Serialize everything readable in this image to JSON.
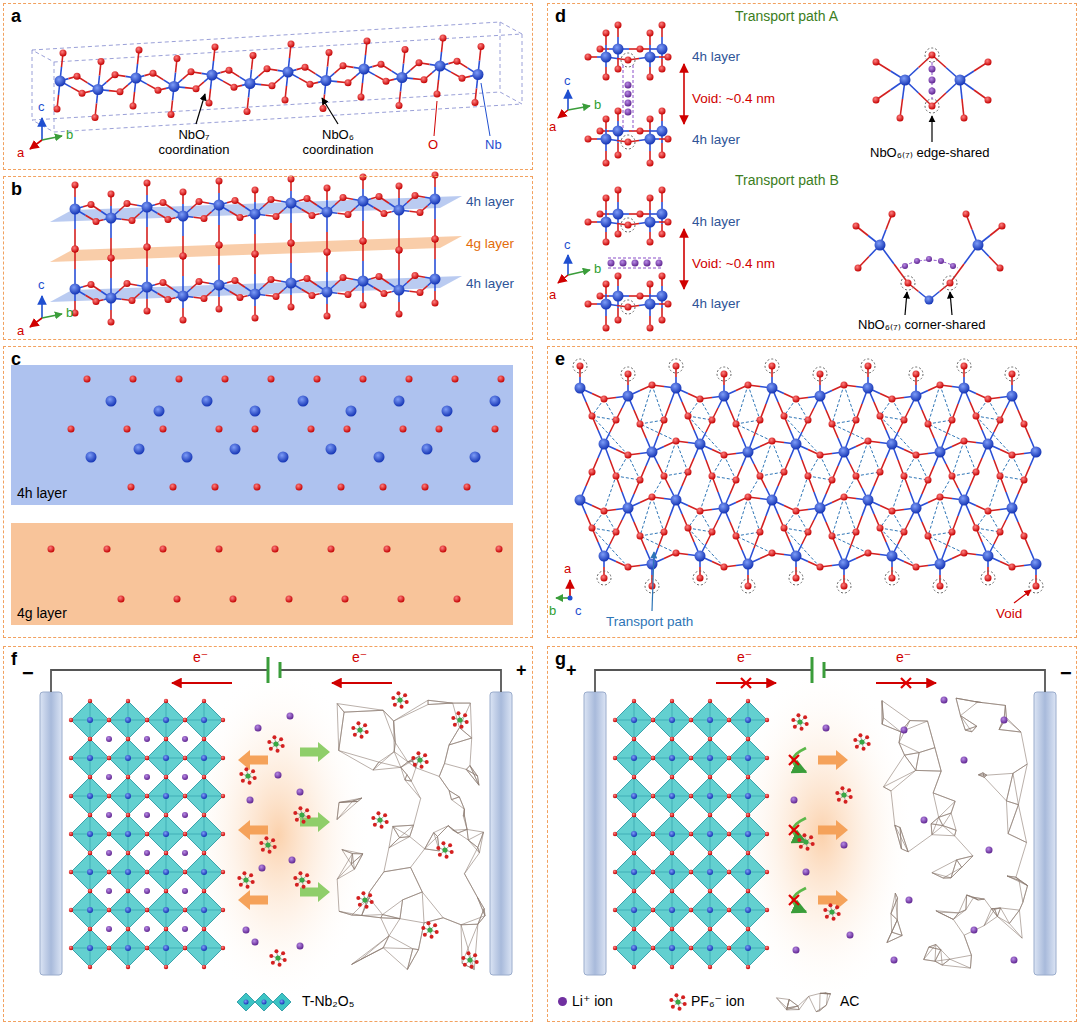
{
  "diagram": {
    "nodes": [
      {
        "text": [
          "a"
        ]
      },
      {
        "text": [
          "b"
        ]
      },
      {
        "text": [
          "c"
        ]
      },
      {
        "text": [
          "4h layer"
        ],
        "in": 2
      },
      {
        "text": [
          "4g layer"
        ],
        "in": 2
      },
      {
        "text": [
          "d"
        ]
      },
      {
        "text": [
          "e"
        ]
      },
      {
        "text": [
          "f"
        ]
      },
      {
        "text": [
          "g"
        ]
      }
    ],
    "labels": [
      "NbO₇ coordination",
      "NbO₆ coordination",
      "O",
      "Nb",
      "c",
      "a",
      "b",
      "4h layer",
      "4g layer",
      "4h layer",
      "c",
      "a",
      "b",
      "Transport path A",
      "4h layer",
      "Void: ~0.4 nm",
      "4h layer",
      "NbO₆₍₇₎ edge-shared",
      "c",
      "a",
      "b",
      "Transport path B",
      "4h layer",
      "Void: ~0.4 nm",
      "4h layer",
      "NbO₆₍₇₎ corner-shared",
      "c",
      "b",
      "a",
      "a",
      "b",
      "c",
      "Transport path",
      "Void",
      "−",
      "e⁻",
      "e⁻",
      "+",
      "+",
      "e⁻",
      "e⁻",
      "−"
    ],
    "legend": [
      {
        "text": "T-Nb₂O₅"
      },
      {
        "text": "Li⁺ ion",
        "color": "#7030a0"
      },
      {
        "text": "PF₆⁻ ion"
      },
      {
        "text": "AC"
      }
    ]
  }
}
